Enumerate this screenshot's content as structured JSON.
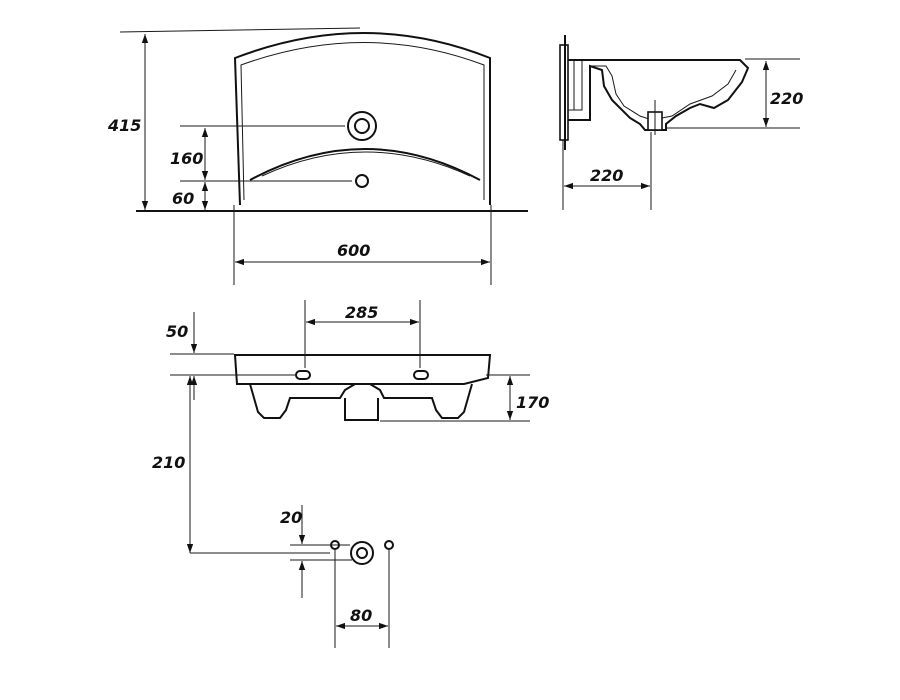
{
  "dimensions": {
    "total_height": "415",
    "tap_hole_height": "160",
    "drain_height": "60",
    "width": "600",
    "side_height": "220",
    "side_depth": "220",
    "bracket_spacing": "285",
    "top_offset": "50",
    "bowl_depth": "170",
    "mount_height": "210",
    "pipe_offset": "20",
    "pipe_spacing": "80"
  }
}
